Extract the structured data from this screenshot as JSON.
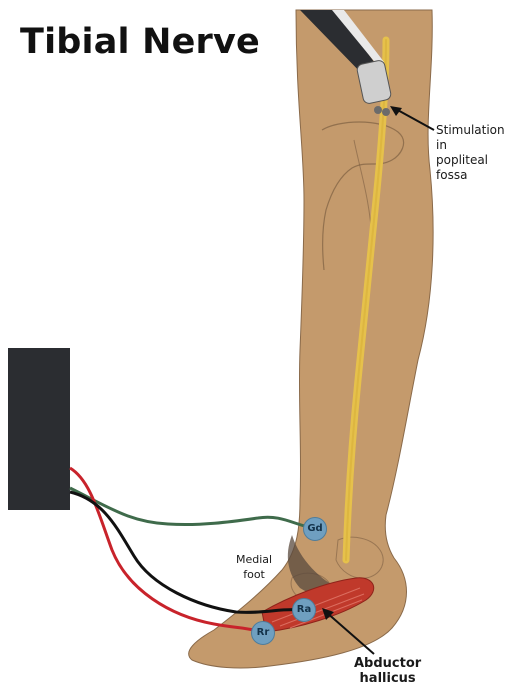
{
  "title": "Tibial Nerve",
  "labels": {
    "stimulation_line1": "Stimulation in",
    "stimulation_line2": "popliteal fossa",
    "medial_foot_line1": "Medial",
    "medial_foot_line2": "foot",
    "abductor_line1": "Abductor",
    "abductor_line2": "hallicus"
  },
  "electrodes": {
    "ground": "Gd",
    "active": "Ra",
    "reference": "Rr"
  },
  "colors": {
    "skin": "#c49a6c",
    "nerve": "#e6c14b",
    "device": "#2b2d31",
    "wire_red": "#c8232b",
    "wire_black": "#111111",
    "wire_green": "#3f6b4b",
    "electrode": "#6f9fc0",
    "muscle": "#c0392b"
  }
}
